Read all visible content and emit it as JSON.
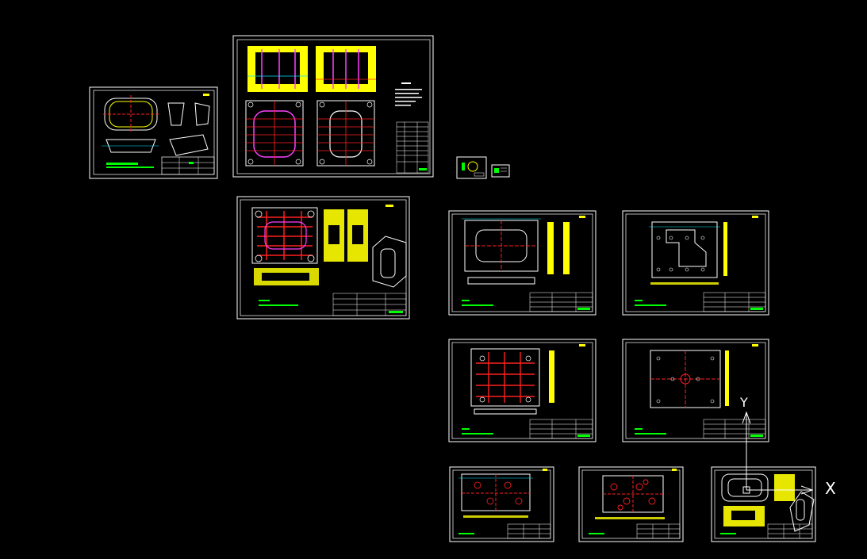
{
  "app": {
    "view": "model-space",
    "background": "#000000"
  },
  "colors": {
    "frame": "#ffffff",
    "geometry": "#ffffff",
    "section_fill": "#ffff00",
    "section_hatch": "#c8a000",
    "center_lines": "#ff2020",
    "hidden_lines": "#ff40ff",
    "annotation": "#00ff00",
    "dimension": "#00e5ff",
    "title_block": "#ffffff"
  },
  "ucs": {
    "x_label": "X",
    "y_label": "Y"
  },
  "sheets": [
    {
      "id": "part-drawing-bathtub",
      "type": "part-views"
    },
    {
      "id": "assembly-drawing",
      "type": "assembly"
    },
    {
      "id": "cavity-plate",
      "type": "plate-section"
    },
    {
      "id": "plate-a",
      "type": "plate"
    },
    {
      "id": "plate-b",
      "type": "plate-holes"
    },
    {
      "id": "plate-c",
      "type": "plate-grid"
    },
    {
      "id": "plate-d",
      "type": "plate-center"
    },
    {
      "id": "small-plate-1",
      "type": "small-plate"
    },
    {
      "id": "small-plate-2",
      "type": "small-plate-holes"
    },
    {
      "id": "core-insert",
      "type": "insert"
    },
    {
      "id": "mini-sheet-1",
      "type": "mini"
    },
    {
      "id": "mini-sheet-2",
      "type": "mini"
    }
  ]
}
